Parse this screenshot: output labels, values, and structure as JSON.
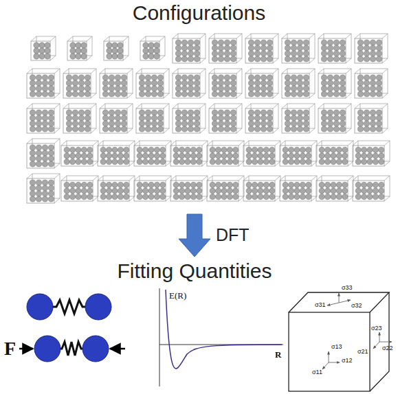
{
  "diagram": {
    "nodes": [
      {
        "text": [
          "Configurations"
        ]
      },
      {
        "text": [
          "Fitting Quantities"
        ]
      }
    ],
    "edges": [
      {
        "from": 0,
        "to": 1,
        "label": "DFT",
        "arrow": "to"
      }
    ],
    "labels": [
      "F",
      "E(R)",
      "R",
      "σ33",
      "σ31",
      "σ32",
      "σ23",
      "σ13",
      "σ12",
      "σ22",
      "σ21",
      "σ11"
    ]
  }
}
